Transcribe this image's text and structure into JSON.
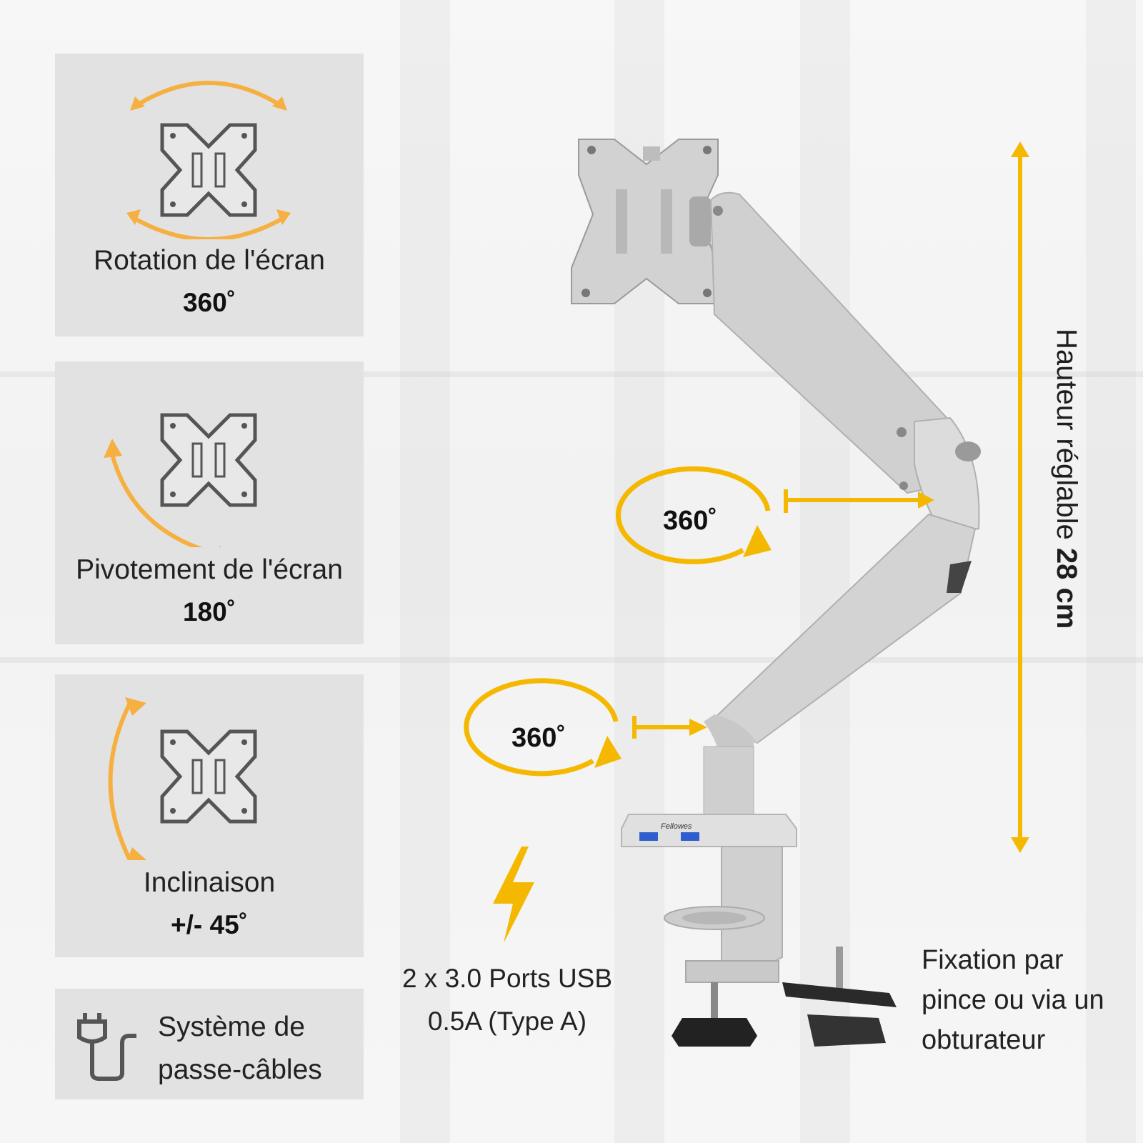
{
  "features": [
    {
      "label": "Rotation de l'écran",
      "value": "360˚",
      "icon": "rotate-arrows-icon"
    },
    {
      "label": "Pivotement de l'écran",
      "value": "180˚",
      "icon": "pivot-arrow-icon"
    },
    {
      "label": "Inclinaison",
      "value": "+/- 45˚",
      "icon": "tilt-arrow-icon"
    }
  ],
  "cable_management": {
    "line1": "Système de",
    "line2": "passe-câbles",
    "icon": "plug-cable-icon"
  },
  "swivel_labels": {
    "upper": "360˚",
    "lower": "360˚"
  },
  "height": {
    "label": "Hauteur réglable ",
    "value": "28 cm"
  },
  "usb": {
    "line1": "2 x 3.0 Ports USB",
    "line2": "0.5A (Type A)",
    "icon": "lightning-bolt-icon"
  },
  "mounting": {
    "line1": "Fixation par",
    "line2": "pince ou via un",
    "line3": "obturateur"
  },
  "brand_mark": "Fellowes",
  "colors": {
    "accent": "#f5b800",
    "card": "#e2e2e2",
    "arm": "#cfcfcf"
  }
}
